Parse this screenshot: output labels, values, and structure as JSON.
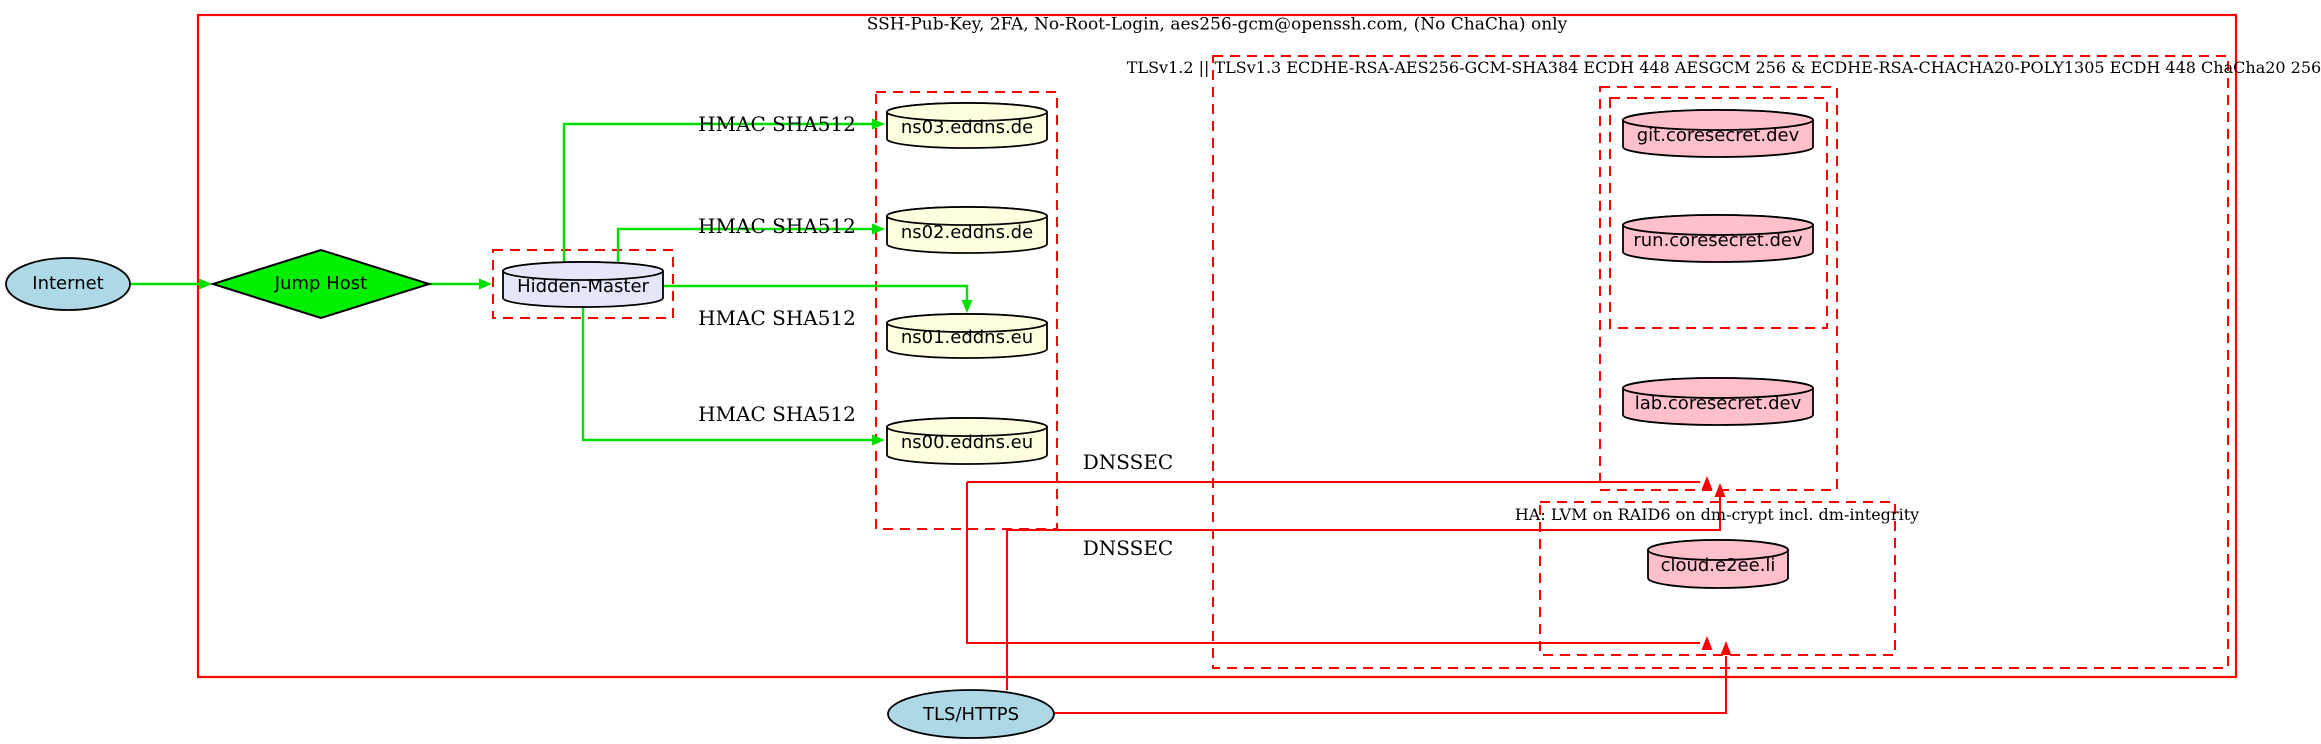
{
  "diagram": {
    "clusters": {
      "ssh": {
        "label": "SSH-Pub-Key, 2FA, No-Root-Login, aes256-gcm@openssh.com, (No ChaCha) only",
        "border_style": "solid"
      },
      "tls": {
        "label": "TLSv1.2 || TLSv1.3 ECDHE-RSA-AES256-GCM-SHA384 ECDH 448 AESGCM 256 & ECDHE-RSA-CHACHA20-POLY1305 ECDH 448 ChaCha20 256",
        "border_style": "dashed"
      },
      "ha": {
        "label": "HA: LVM on RAID6 on dm-crypt incl. dm-integrity",
        "border_style": "dashed"
      }
    },
    "nodes": {
      "internet": {
        "label": "Internet",
        "shape": "ellipse"
      },
      "jump_host": {
        "label": "Jump Host",
        "shape": "diamond"
      },
      "hidden_master": {
        "label": "Hidden-Master",
        "shape": "cylinder"
      },
      "ns03": {
        "label": "ns03.eddns.de",
        "shape": "cylinder"
      },
      "ns02": {
        "label": "ns02.eddns.de",
        "shape": "cylinder"
      },
      "ns01": {
        "label": "ns01.eddns.eu",
        "shape": "cylinder"
      },
      "ns00": {
        "label": "ns00.eddns.eu",
        "shape": "cylinder"
      },
      "git": {
        "label": "git.coresecret.dev",
        "shape": "cylinder"
      },
      "run": {
        "label": "run.coresecret.dev",
        "shape": "cylinder"
      },
      "lab": {
        "label": "lab.coresecret.dev",
        "shape": "cylinder"
      },
      "cloud": {
        "label": "cloud.e2ee.li",
        "shape": "cylinder"
      },
      "tls_https": {
        "label": "TLS/HTTPS",
        "shape": "ellipse"
      }
    },
    "edge_labels": {
      "hmac": "HMAC SHA512",
      "dnssec": "DNSSEC"
    },
    "colors": {
      "cluster_border_red": "#fe0000",
      "secure_edge_green": "#00e000",
      "ellipse_fill": "#add8e6",
      "dns_cylinder_fill": "#ffffe0",
      "service_cylinder_fill": "#ffc0cb",
      "master_cylinder_fill": "#e6e6fa",
      "diamond_fill": "#00f000",
      "node_stroke": "#000000"
    }
  }
}
